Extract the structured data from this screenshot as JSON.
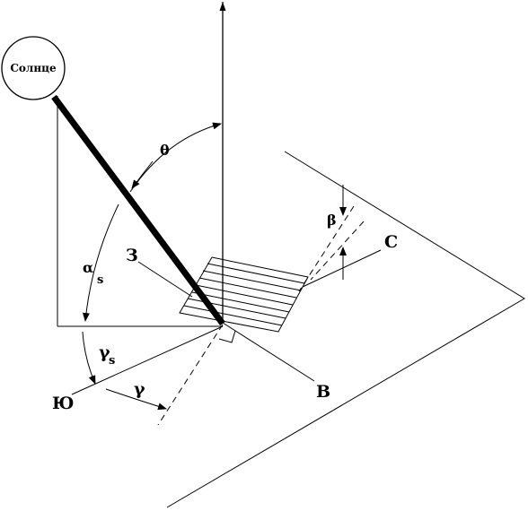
{
  "labels": {
    "sun": "Солнце",
    "theta": "θ",
    "alpha": "α",
    "alpha_sub": "s",
    "gamma_s": "γ",
    "gamma_s_sub": "s",
    "gamma": "γ",
    "beta": "β",
    "west": "З",
    "north": "С",
    "east": "В",
    "south": "Ю"
  }
}
